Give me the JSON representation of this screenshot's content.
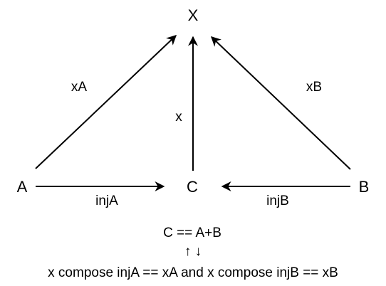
{
  "nodes": {
    "x_top": "X",
    "a": "A",
    "c": "C",
    "b": "B"
  },
  "edges": {
    "x_a": "xA",
    "x": "x",
    "x_b": "xB",
    "inj_a": "injA",
    "inj_b": "injB"
  },
  "caption": {
    "equation": "C == A+B",
    "arrows": "↑ ↓",
    "condition": "x compose injA == xA and x compose injB == xB"
  }
}
